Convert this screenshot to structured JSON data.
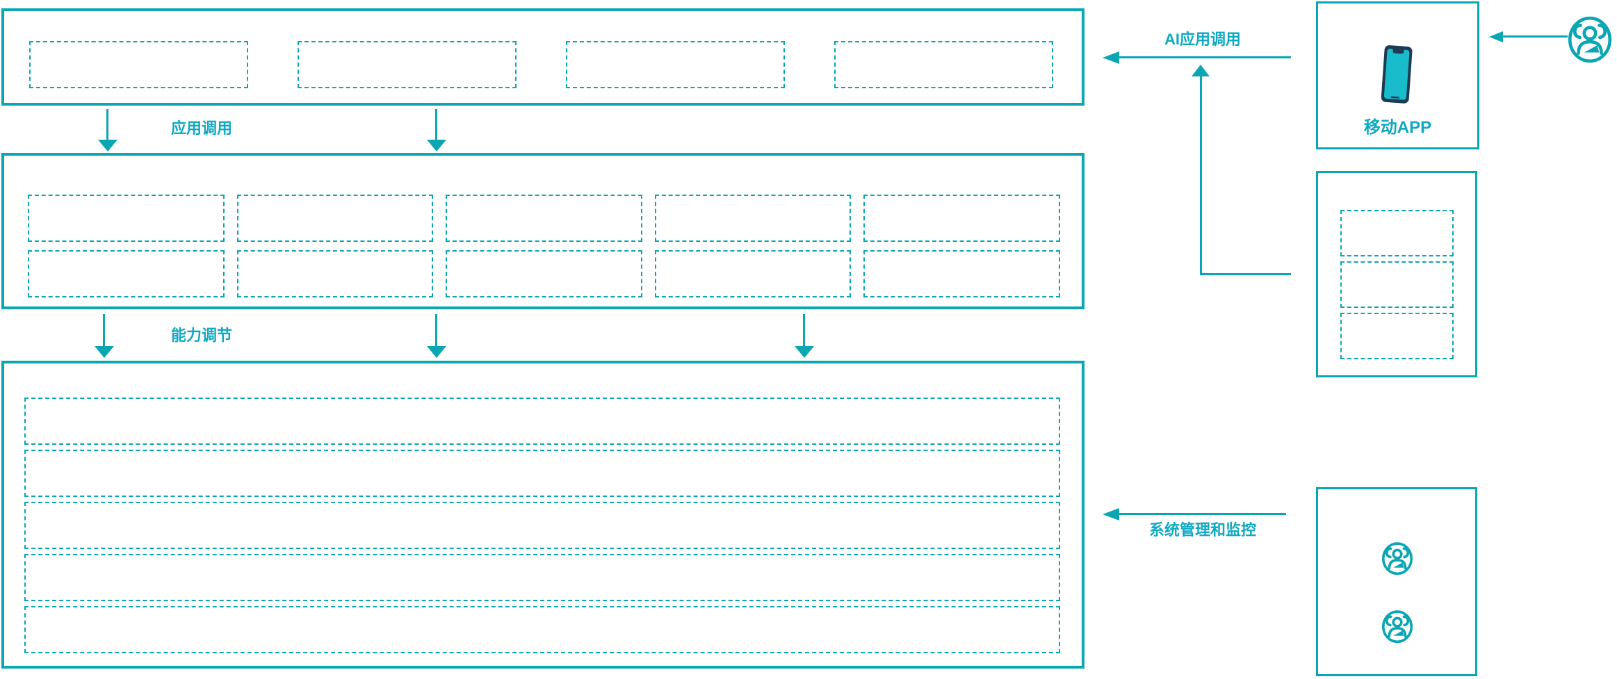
{
  "diagram_type": "architecture-diagram",
  "colors": {
    "accent": "#0aa6b2",
    "label": "#0fa9c2",
    "phone_body": "#1e3a52",
    "phone_screen": "#18bccb",
    "background": "#ffffff"
  },
  "labels": {
    "app_call": "应用调用",
    "capability_adjust": "能力调节",
    "ai_app_call": "AI应用调用",
    "mobile_app": "移动APP",
    "system_mgmt": "系统管理和监控"
  },
  "layers": {
    "top": {
      "placeholder_count": 4
    },
    "middle": {
      "row1_count": 5,
      "row2_count": 5
    },
    "bottom": {
      "row_count": 5
    }
  },
  "right_panel": {
    "service_placeholder_count": 3,
    "admin_user_icon_count": 2
  },
  "icons": {
    "phone": "phone-icon",
    "users": "users-icon"
  }
}
